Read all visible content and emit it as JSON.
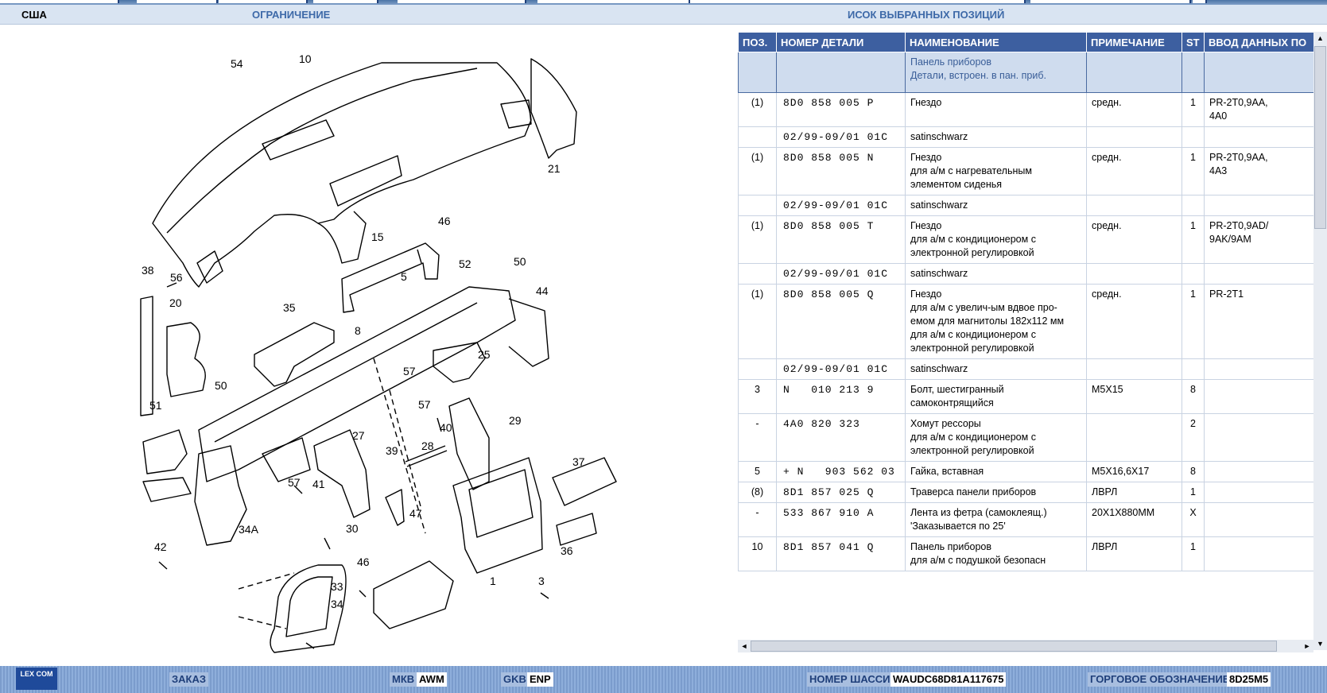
{
  "header": {
    "country": "США",
    "restriction_tab": "ОГРАНИЧЕНИЕ",
    "selection_title": "ИСОК ВЫБРАННЫХ ПОЗИЦИЙ"
  },
  "diagram": {
    "callouts": [
      "54",
      "10",
      "21",
      "46",
      "15",
      "5",
      "52",
      "50",
      "44",
      "38",
      "56",
      "20",
      "35",
      "8",
      "25",
      "57",
      "50",
      "51",
      "57",
      "29",
      "40",
      "27",
      "28",
      "39",
      "37",
      "57",
      "41",
      "30",
      "47",
      "42",
      "34A",
      "46",
      "36",
      "33",
      "34",
      "1",
      "3"
    ]
  },
  "table": {
    "columns": [
      "ПОЗ.",
      "НОМЕР ДЕТАЛИ",
      "НАИМЕНОВАНИЕ",
      "ПРИМЕЧАНИЕ",
      "ST",
      "ВВОД ДАННЫХ ПО"
    ],
    "group": {
      "line1": "Панель приборов",
      "line2": "Детали, встроен. в пан. приб."
    },
    "rows": [
      {
        "pos": "(1)",
        "num": "8D0 858 005 P",
        "name": [
          "Гнездо"
        ],
        "note": "средн.",
        "st": "1",
        "input": [
          "PR-2T0,9AA,",
          "4A0"
        ]
      },
      {
        "pos": "",
        "num": "02/99-09/01 01C",
        "name": [
          "satinschwarz"
        ],
        "note": "",
        "st": "",
        "input": []
      },
      {
        "pos": "(1)",
        "num": "8D0 858 005 N",
        "name": [
          "Гнездо",
          "для а/м с нагревательным",
          "элементом сиденья"
        ],
        "note": "средн.",
        "st": "1",
        "input": [
          "PR-2T0,9AA,",
          "4A3"
        ]
      },
      {
        "pos": "",
        "num": "02/99-09/01 01C",
        "name": [
          "satinschwarz"
        ],
        "note": "",
        "st": "",
        "input": []
      },
      {
        "pos": "(1)",
        "num": "8D0 858 005 T",
        "name": [
          "Гнездо",
          "для а/м с кондиционером с",
          "электронной регулировкой"
        ],
        "note": "средн.",
        "st": "1",
        "input": [
          "PR-2T0,9AD/",
          "9AK/9AM"
        ]
      },
      {
        "pos": "",
        "num": "02/99-09/01 01C",
        "name": [
          "satinschwarz"
        ],
        "note": "",
        "st": "",
        "input": []
      },
      {
        "pos": "(1)",
        "num": "8D0 858 005 Q",
        "name": [
          "Гнездо",
          "для а/м с увелич-ым вдвое про-",
          "емом для магнитолы 182x112 мм",
          "для а/м с кондиционером с",
          "электронной регулировкой"
        ],
        "note": "средн.",
        "st": "1",
        "input": [
          "PR-2T1"
        ]
      },
      {
        "pos": "",
        "num": "02/99-09/01 01C",
        "name": [
          "satinschwarz"
        ],
        "note": "",
        "st": "",
        "input": []
      },
      {
        "pos": "3",
        "num": "N   010 213 9",
        "name": [
          "Болт, шестигранный",
          "самоконтрящийся"
        ],
        "note": "M5X15",
        "st": "8",
        "input": []
      },
      {
        "pos": "-",
        "num": "4A0 820 323",
        "name": [
          "Хомут рессоры",
          "для а/м с кондиционером с",
          "электронной регулировкой"
        ],
        "note": "",
        "st": "2",
        "input": []
      },
      {
        "pos": "5",
        "num": "+ N   903 562 03",
        "name": [
          "Гайка, вставная"
        ],
        "note": "M5X16,6X17",
        "st": "8",
        "input": []
      },
      {
        "pos": "(8)",
        "num": "8D1 857 025 Q",
        "name": [
          "Траверса панели приборов"
        ],
        "note": "ЛВРЛ",
        "st": "1",
        "input": []
      },
      {
        "pos": "-",
        "num": "533 867 910 A",
        "name": [
          "Лента из фетра (самоклеящ.)",
          "'Заказывается по 25'"
        ],
        "note": "20X1X880MM",
        "st": "X",
        "input": []
      },
      {
        "pos": "10",
        "num": "8D1 857 041 Q",
        "name": [
          "Панель приборов",
          "для а/м с подушкой безопасн"
        ],
        "note": "ЛВРЛ",
        "st": "1",
        "input": []
      }
    ]
  },
  "footer": {
    "logo": "LEX COM",
    "order": "ЗАКАЗ",
    "mkb_label": "МКВ",
    "mkb_value": "AWM",
    "gkb_label": "GKB",
    "gkb_value": "ENP",
    "chassis_label": "НОМЕР ШАССИ",
    "chassis_value": "WAUDC68D81A117675",
    "trade_label": "ГОРГОВОЕ ОБОЗНАЧЕНИЕ",
    "trade_value": "8D25M5"
  },
  "colors": {
    "header_bg": "#d9e4f2",
    "table_header": "#3d5fa0",
    "group_row": "#cfdcee",
    "accent_text": "#3d69a8"
  }
}
